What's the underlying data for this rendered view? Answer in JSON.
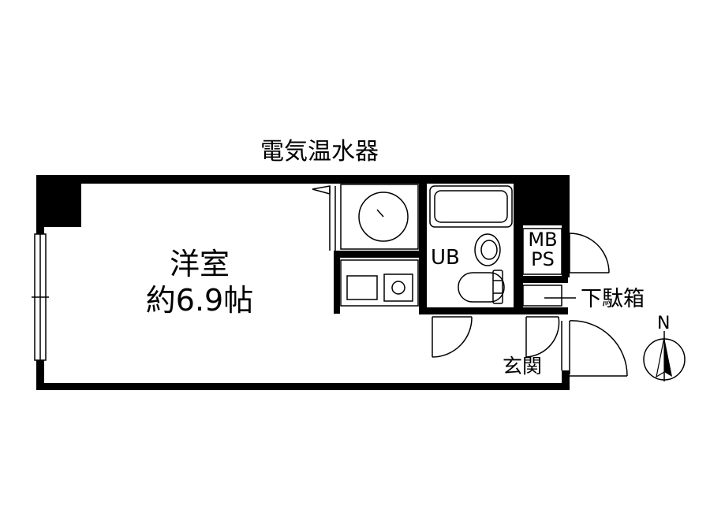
{
  "labels": {
    "water_heater": "電気温水器",
    "room_name": "洋室",
    "room_size": "約6.9帖",
    "unit_bath": "UB",
    "mb": "MB",
    "ps": "PS",
    "shoe_box": "下駄箱",
    "entrance": "玄関",
    "north": "N"
  },
  "colors": {
    "wall": "#000000",
    "background": "#ffffff",
    "fixture_stroke": "#000000"
  }
}
